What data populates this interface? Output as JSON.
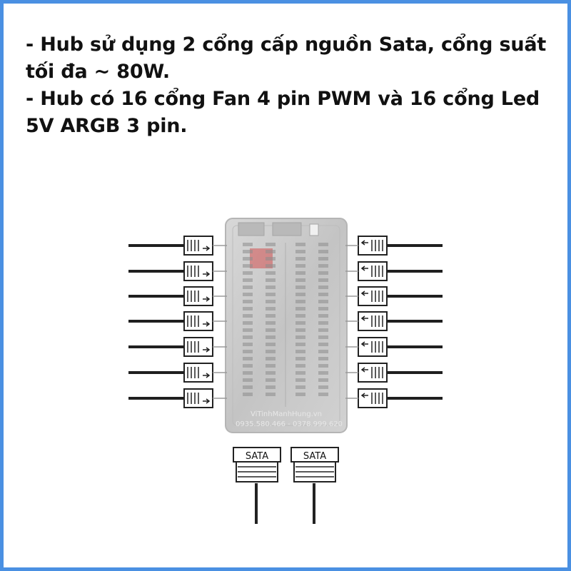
{
  "description": {
    "line1": "- Hub sử dụng 2 cổng cấp nguồn Sata, cổng suất tối đa ~ 80W.",
    "line2": "- Hub có 16 cổng Fan 4 pin PWM và 16 cổng Led 5V ARGB 3 pin."
  },
  "hub": {
    "watermark_site": "ViTinhManhHung.vn",
    "watermark_phone": "0935.580.466 - 0378.999.620"
  },
  "sata_connectors": [
    {
      "label": "SATA"
    },
    {
      "label": "SATA"
    }
  ],
  "colors": {
    "frame_border": "#4a90e2",
    "cable": "#222222",
    "hub_body": "#c9c9c9",
    "accent_red": "#d45050"
  }
}
